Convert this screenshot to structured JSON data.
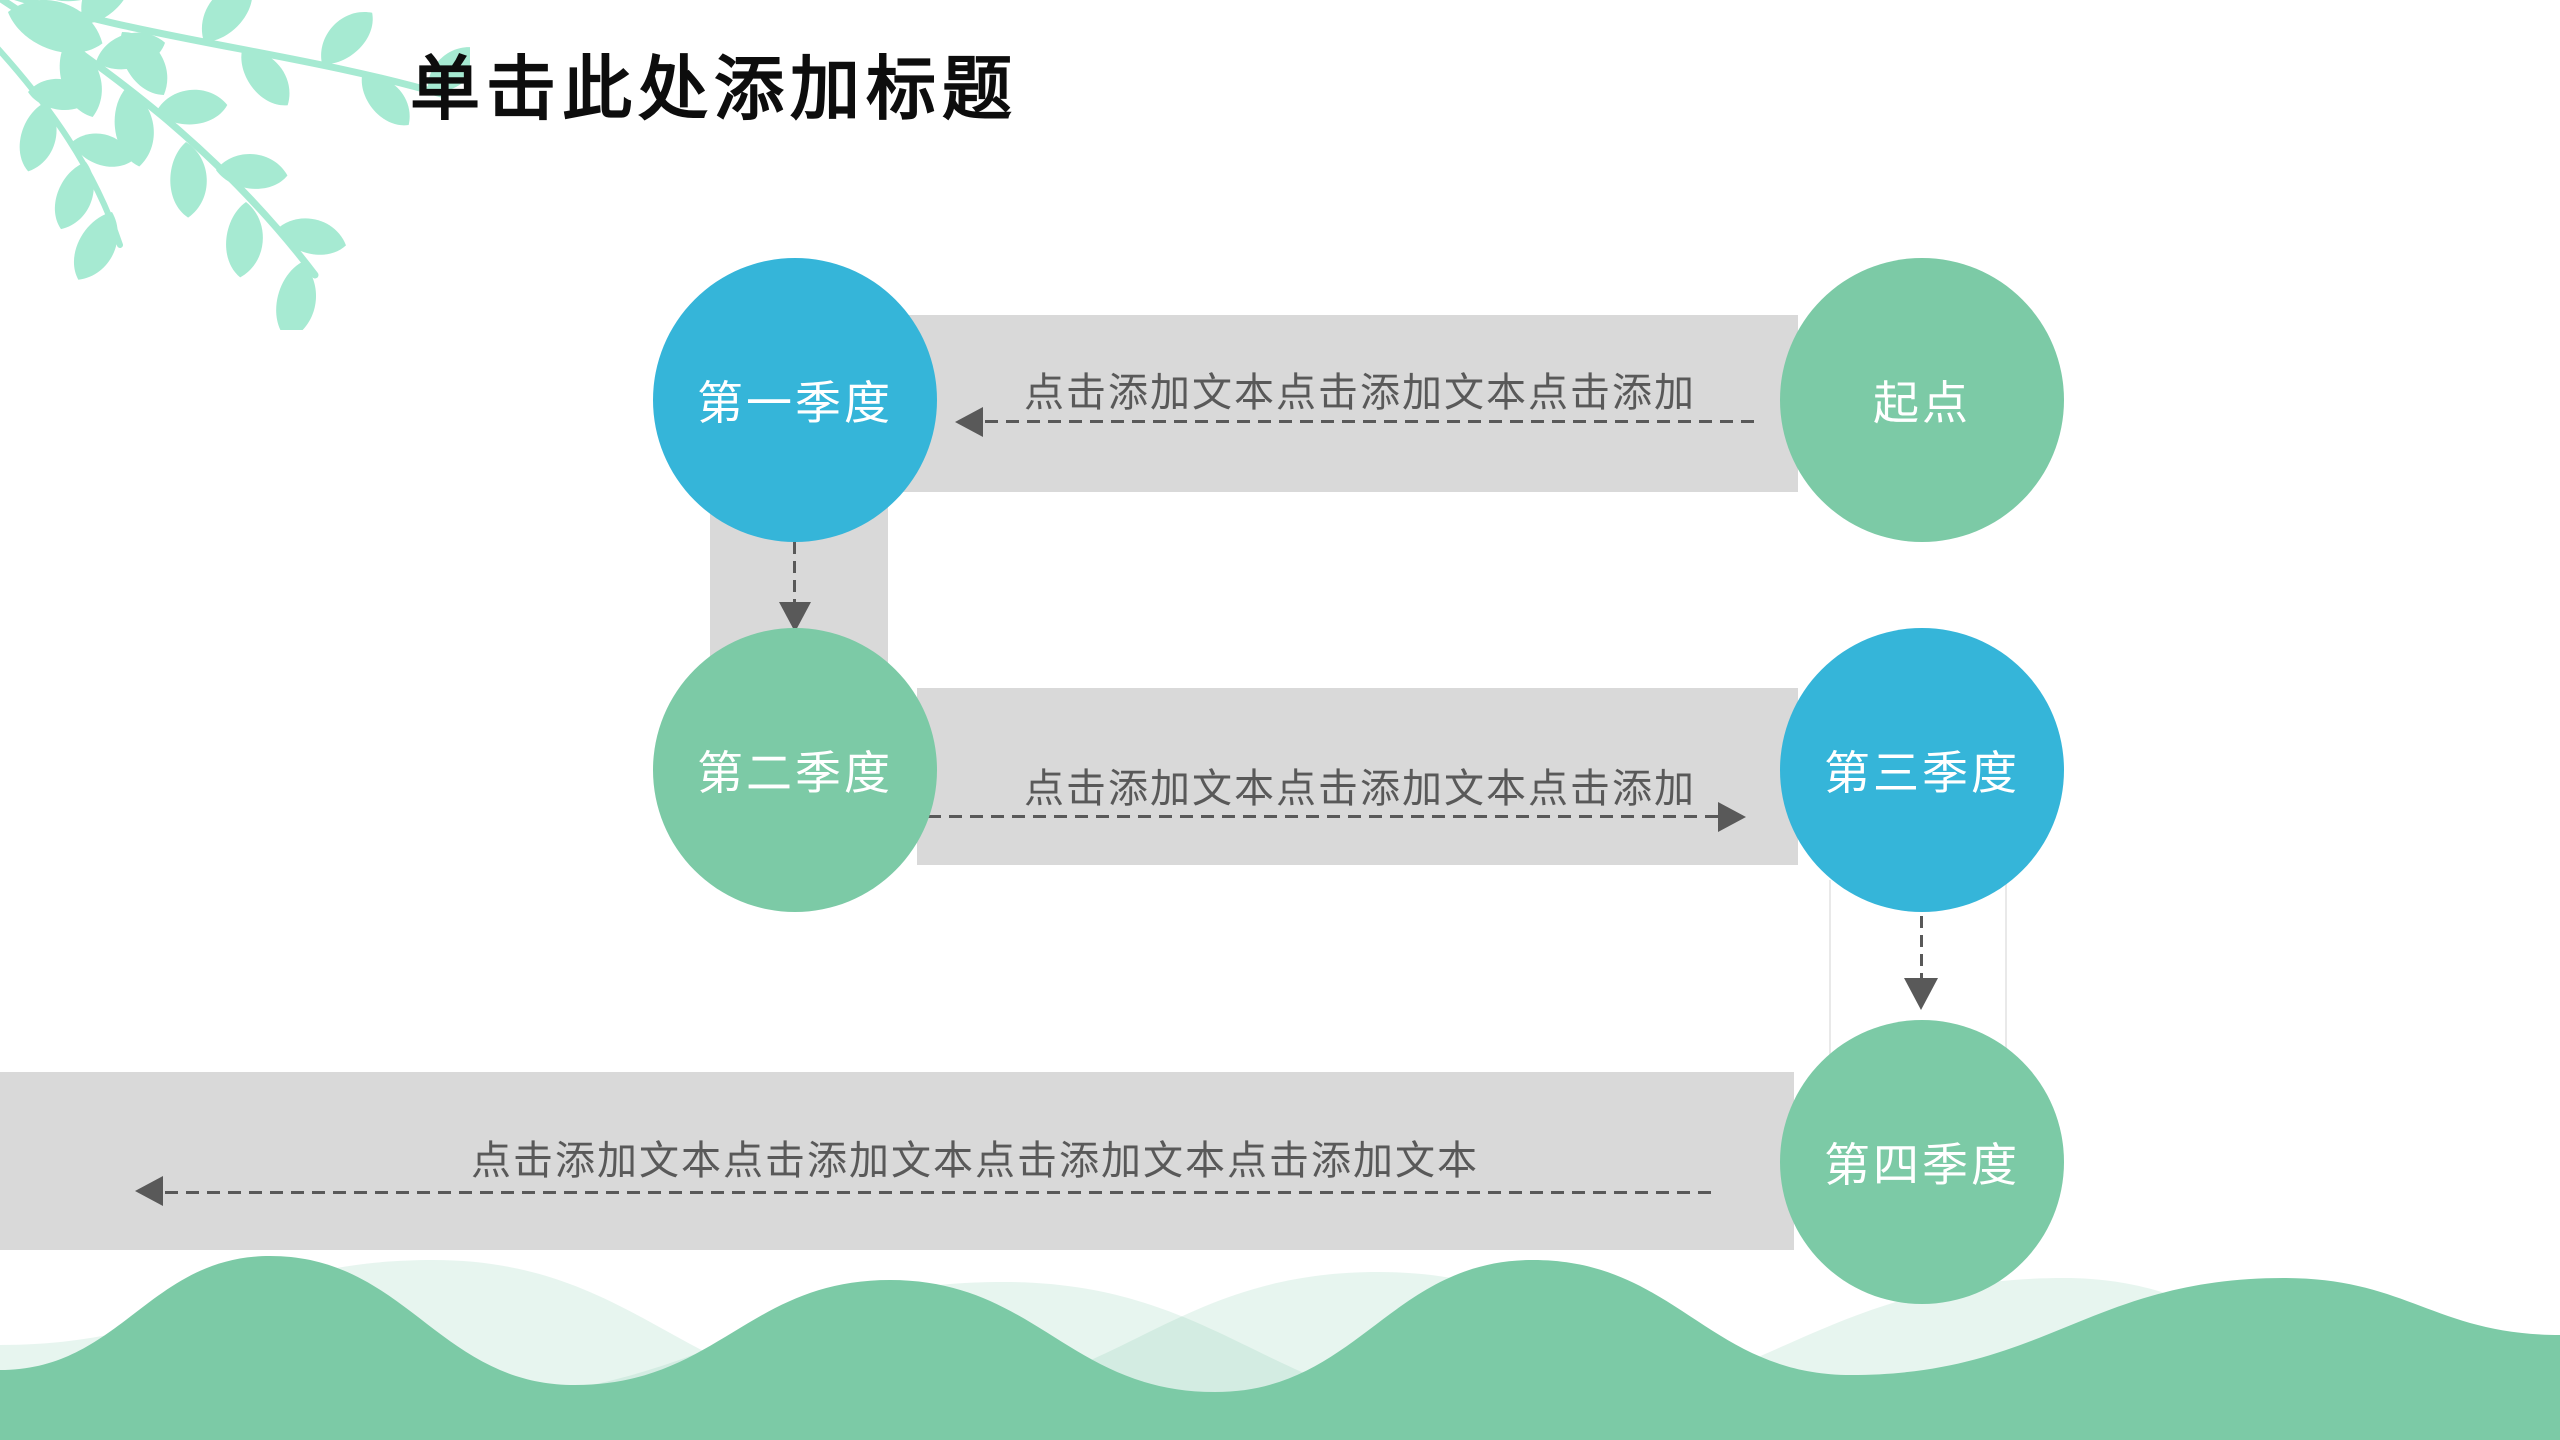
{
  "slide": {
    "title": "单击此处添加标题",
    "colors": {
      "accent_blue": "#35b5d9",
      "accent_green": "#7ccaa6",
      "band_gray": "#d9d9d9",
      "arrow_dark_gray": "#595959",
      "leaf_mint": "#a6ead2",
      "wave_green": "#7ccaa6",
      "wave_light_opacity": "0.18",
      "title_text": "#0d0d0d",
      "node_label_text": "#ffffff"
    }
  },
  "diagram": {
    "nodes": [
      {
        "id": "q1",
        "label": "第一季度",
        "color": "blue"
      },
      {
        "id": "start",
        "label": "起点",
        "color": "green"
      },
      {
        "id": "q2",
        "label": "第二季度",
        "color": "green"
      },
      {
        "id": "q3",
        "label": "第三季度",
        "color": "blue"
      },
      {
        "id": "q4",
        "label": "第四季度",
        "color": "green"
      }
    ],
    "connectors": [
      {
        "id": "start-to-q1",
        "from": "起点",
        "to": "第一季度",
        "direction": "left",
        "text": "点击添加文本点击添加文本点击添加"
      },
      {
        "id": "q1-to-q2",
        "from": "第一季度",
        "to": "第二季度",
        "direction": "down",
        "text": ""
      },
      {
        "id": "q2-to-q3",
        "from": "第二季度",
        "to": "第三季度",
        "direction": "right",
        "text": "点击添加文本点击添加文本点击添加"
      },
      {
        "id": "q3-to-q4",
        "from": "第三季度",
        "to": "第四季度",
        "direction": "down",
        "text": ""
      },
      {
        "id": "q4-to-left-edge",
        "from": "第四季度",
        "direction": "left",
        "text": "点击添加文本点击添加文本点击添加文本点击添加文本"
      }
    ]
  }
}
